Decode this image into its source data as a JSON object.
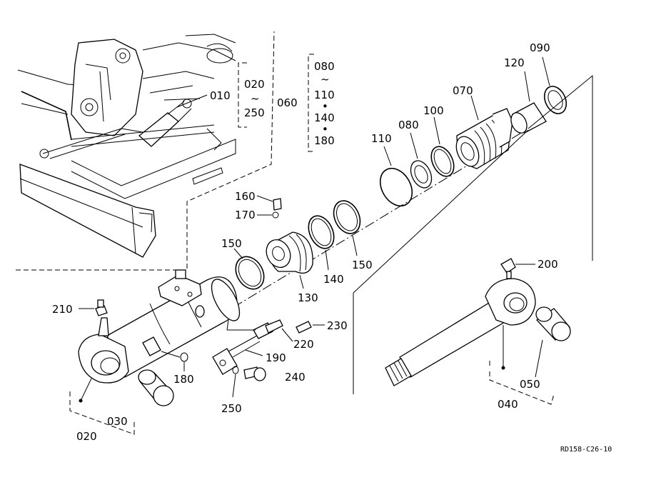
{
  "diagram": {
    "reference_code": "RD158-C26-10",
    "labels": {
      "p010": "010",
      "p020_top": "020",
      "p020_tilde": "~",
      "p250_top": "250",
      "p060": "060",
      "p080_top": "080",
      "p080_tilde": "~",
      "p110_top": "110",
      "dot1": "•",
      "p140_top": "140",
      "dot2": "•",
      "p180_top": "180",
      "p090": "090",
      "p120": "120",
      "p070": "070",
      "p100": "100",
      "p080": "080",
      "p110": "110",
      "p160": "160",
      "p170": "170",
      "p150_left": "150",
      "p150_right": "150",
      "p140": "140",
      "p130": "130",
      "p200": "200",
      "p210": "210",
      "p230": "230",
      "p220": "220",
      "p190": "190",
      "p180": "180",
      "p240": "240",
      "p250": "250",
      "p050": "050",
      "p040": "040",
      "p030": "030",
      "p020": "020"
    }
  }
}
